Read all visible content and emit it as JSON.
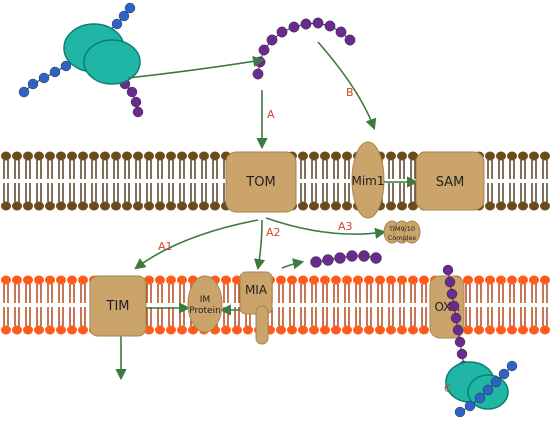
{
  "colors": {
    "outer_head": "#6b4a1c",
    "outer_tail": "#4a3418",
    "inner_head": "#ff5a1a",
    "inner_tail": "#b03a10",
    "complex": "#caa46a",
    "complex_stroke": "#a88650",
    "ribosome": "#1fb6a6",
    "ribosome_stroke": "#0e7d72",
    "chain_blue": "#2e62c4",
    "chain_purple": "#6a2b8e",
    "arrow": "#3e7a3e",
    "label_red": "#d2452d",
    "label_dark": "#222222"
  },
  "complexes": {
    "tom": "TOM",
    "mim1": "Mim1",
    "sam": "SAM",
    "tim": "TIM",
    "im_protein_line1": "IM",
    "im_protein_line2": "Protein",
    "mia": "MIA",
    "oxa": "OXA",
    "tim910_line1": "TIM9/10",
    "tim910_line2": "Complex"
  },
  "pathway_labels": {
    "a": "A",
    "b": "B",
    "a1": "A1",
    "a2": "A2",
    "a3": "A3",
    "c": "C"
  }
}
